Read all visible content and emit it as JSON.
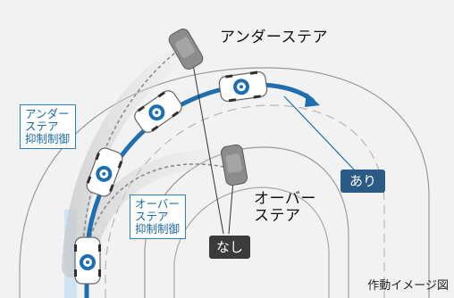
{
  "labels": {
    "understeer": "アンダーステア",
    "oversteer": "オーバー\nステア",
    "understeer_control": "アンダー\nステア\n抑制制御",
    "oversteer_control": "オーバー\nステア\n抑制制御",
    "with": "あり",
    "without": "なし",
    "note": "作動イメージ図"
  },
  "colors": {
    "background": "#f2f2f2",
    "path_blue": "#1f6eae",
    "box_border": "#2c7fb8",
    "pill_with": "#2a5b86",
    "pill_without": "#3b3b3b",
    "road_line": "#9a9a9a",
    "ghost_car": "#8c8c8c"
  }
}
